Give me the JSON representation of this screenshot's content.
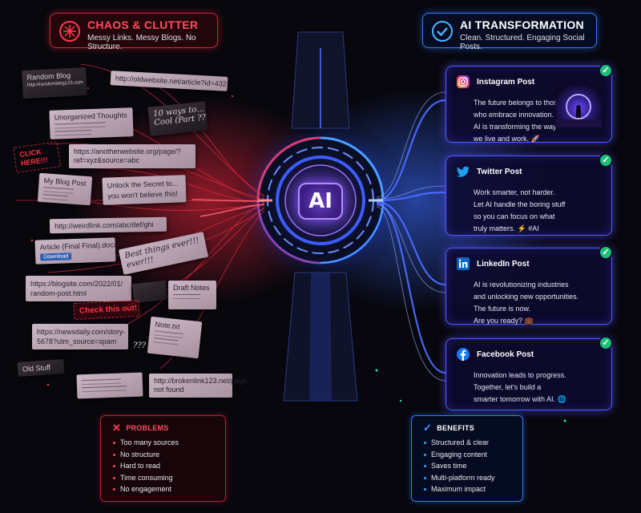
{
  "left_header": {
    "title": "CHAOS & CLUTTER",
    "subtitle": "Messy Links. Messy Blogs. No Structure."
  },
  "right_header": {
    "title": "AI TRANSFORMATION",
    "subtitle": "Clean. Structured. Engaging Social Posts."
  },
  "core": {
    "label": "AI"
  },
  "clutter": {
    "random_blog": "Random Blog",
    "random_blog_url": "http://randomblog123.com",
    "old_website": "http://oldwebsite.net/article?id=432",
    "unorganized": "Unorganized Thoughts",
    "ten_ways": "10 ways to...",
    "ten_ways_2": "Cool (Part ??",
    "click_here": "CLICK HERE!!!",
    "another_site": "https://anotherwebsite.org/page/?",
    "another_site_2": "ref=xyz&source=abc",
    "my_blog": "My Blog Post",
    "secret": "Unlock the Secret to...",
    "secret_2": "you won't believe this!",
    "weird_link": "http://weirdlink.com/abc/def/ghi",
    "article_file": "Article (Final Final).docx",
    "download": "Download",
    "best_things": "Best things ever!!!",
    "best_things_2": "ever!!!",
    "blogsite": "https://blogsite.com/2022/01/",
    "blogsite_2": "random-post.html",
    "draft_notes": "Draft Notes",
    "check_this": "Check this out!",
    "newsdaily": "https://newsdaily.com/story-",
    "newsdaily_2": "5678?utm_source=spam",
    "note_txt": "Note.txt",
    "question": "???",
    "old_stuff": "Old Stuff",
    "brokenlink": "http://brokenlink123.net/page",
    "brokenlink_2": "not found"
  },
  "cards": [
    {
      "title": "Instagram Post",
      "icon": "instagram-icon",
      "lines": [
        "The future belongs to those",
        "who embrace innovation.",
        "AI is transforming the way",
        "we live and work. 🚀"
      ]
    },
    {
      "title": "Twitter Post",
      "icon": "twitter-icon",
      "lines": [
        "Work smarter, not harder.",
        "Let AI handle the boring stuff",
        "so you can focus on what",
        "truly matters. ⚡ #AI"
      ]
    },
    {
      "title": "LinkedIn Post",
      "icon": "linkedin-icon",
      "lines": [
        "AI is revolutionizing industries",
        "and unlocking new opportunities.",
        "The future is now.",
        "Are you ready? 💼"
      ]
    },
    {
      "title": "Facebook Post",
      "icon": "facebook-icon",
      "lines": [
        "Innovation leads to progress.",
        "Together, let's build a",
        "smarter tomorrow with AI. 🌐"
      ]
    }
  ],
  "problems": {
    "title": "PROBLEMS",
    "items": [
      "Too many sources",
      "No structure",
      "Hard to read",
      "Time consuming",
      "No engagement"
    ]
  },
  "benefits": {
    "title": "BENEFITS",
    "items": [
      "Structured & clear",
      "Engaging content",
      "Saves time",
      "Multi-platform ready",
      "Maximum impact"
    ]
  },
  "colors": {
    "chaos_red": "#ff3b4e",
    "ai_blue": "#2f7cff",
    "ai_purple": "#7a5cff",
    "check_green": "#1bbf7a"
  }
}
